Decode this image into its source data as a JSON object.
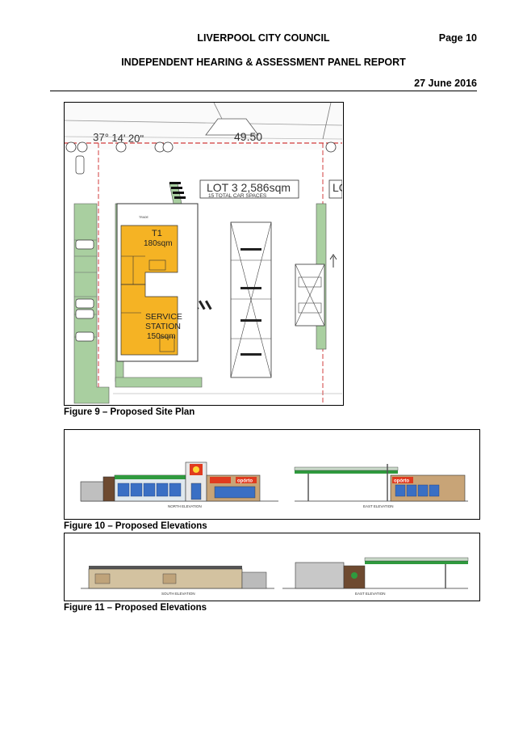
{
  "header": {
    "council": "LIVERPOOL CITY COUNCIL",
    "page": "Page 10",
    "report_title": "INDEPENDENT HEARING & ASSESSMENT PANEL REPORT",
    "date": "27 June 2016"
  },
  "figures": [
    {
      "caption": "Figure 9 – Proposed Site Plan",
      "labels": {
        "bearing": "37° 14' 20\"",
        "dimension": "49.50",
        "lot": "LOT 3  2,586sqm",
        "spaces": "15 TOTAL CAR SPACES",
        "lot_cut": "LC",
        "t1": "T1",
        "t1_area": "180sqm",
        "service": "SERVICE",
        "station": "STATION",
        "service_area": "150sqm"
      }
    },
    {
      "caption": "Figure 10 – Proposed Elevations",
      "labels": {
        "brand": "opórto",
        "left_elev": "NORTH ELEVATION",
        "right_elev": "EAST ELEVATION"
      }
    },
    {
      "caption": "Figure 11 – Proposed Elevations",
      "labels": {
        "left_elev": "SOUTH ELEVATION",
        "right_elev": "EAST ELEVATION"
      }
    }
  ],
  "colors": {
    "building": "#f5b324",
    "landscape": "#a9cfa0",
    "boundary": "#d23c3c",
    "brand": "#e03b1f",
    "green_fascia": "#2f9a3e"
  }
}
